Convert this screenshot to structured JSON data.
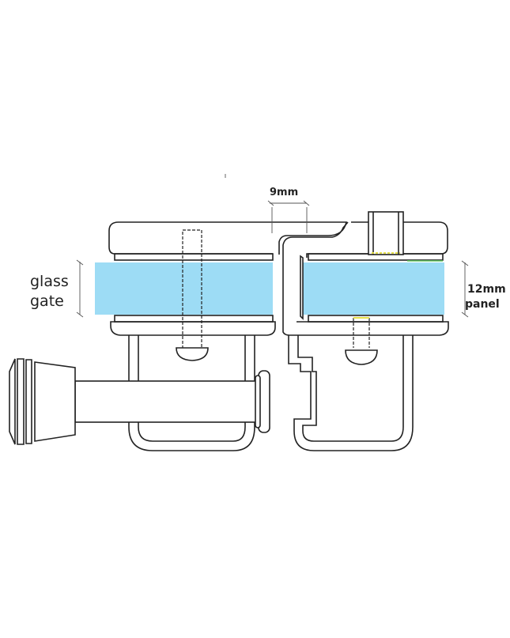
{
  "labels": {
    "gap": "9mm",
    "gate_line1": "glass",
    "gate_line2": "gate",
    "panel_line1": "12mm",
    "panel_line2": "panel"
  },
  "colors": {
    "glass": "#9ddcf5",
    "outline": "#222222"
  }
}
